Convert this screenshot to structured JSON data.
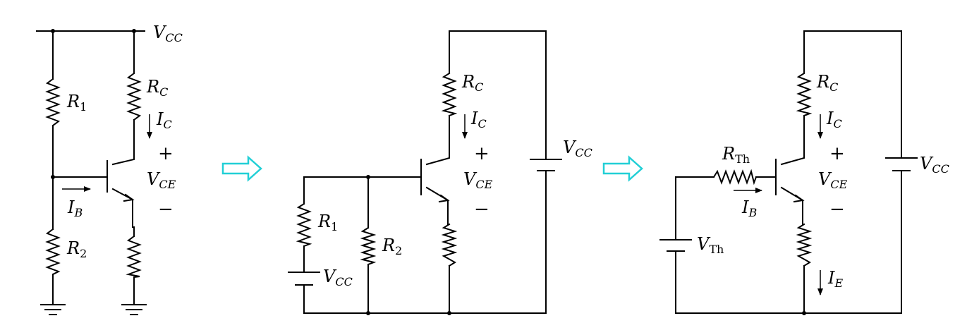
{
  "colors": {
    "wire": "#000000",
    "flow_arrow": "#22cfd6"
  },
  "flow_arrows": [
    "right-arrow-icon",
    "right-arrow-icon"
  ],
  "circuit_a": {
    "vcc": {
      "main": "V",
      "sub": "CC"
    },
    "r1": {
      "main": "R",
      "sub": "1"
    },
    "r2": {
      "main": "R",
      "sub": "2"
    },
    "rc": {
      "main": "R",
      "sub": "C"
    },
    "ic": {
      "main": "I",
      "sub": "C"
    },
    "ib": {
      "main": "I",
      "sub": "B"
    },
    "plus": "+",
    "minus": "−",
    "vce": {
      "main": "V",
      "sub": "CE"
    }
  },
  "circuit_b": {
    "rc": {
      "main": "R",
      "sub": "C"
    },
    "ic": {
      "main": "I",
      "sub": "C"
    },
    "plus": "+",
    "minus": "−",
    "vce": {
      "main": "V",
      "sub": "CE"
    },
    "vcc_right": {
      "main": "V",
      "sub": "CC"
    },
    "r1": {
      "main": "R",
      "sub": "1"
    },
    "r2": {
      "main": "R",
      "sub": "2"
    },
    "vcc_left": {
      "main": "V",
      "sub": "CC"
    }
  },
  "circuit_c": {
    "rth": {
      "main": "R",
      "sub": "Th"
    },
    "ib": {
      "main": "I",
      "sub": "B"
    },
    "rc": {
      "main": "R",
      "sub": "C"
    },
    "ic": {
      "main": "I",
      "sub": "C"
    },
    "plus": "+",
    "minus": "−",
    "vce": {
      "main": "V",
      "sub": "CE"
    },
    "vcc": {
      "main": "V",
      "sub": "CC"
    },
    "vth": {
      "main": "V",
      "sub": "Th"
    },
    "ie": {
      "main": "I",
      "sub": "E"
    }
  }
}
